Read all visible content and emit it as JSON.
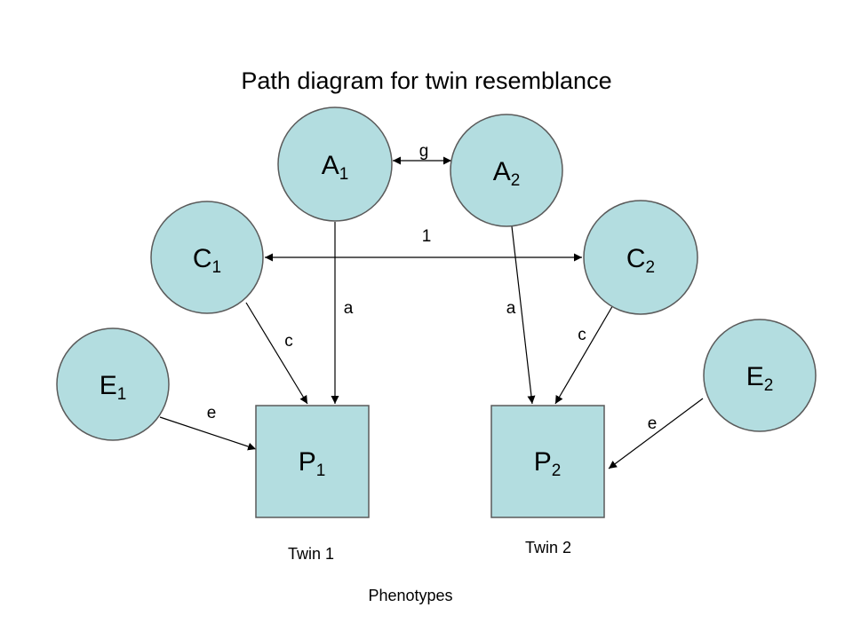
{
  "title": "Path diagram for twin resemblance",
  "colors": {
    "node_fill": "#b3dde0",
    "node_stroke": "#5a5a5a",
    "edge": "#000000"
  },
  "nodes": {
    "A1": {
      "letter": "A",
      "sub": "1",
      "shape": "circle"
    },
    "A2": {
      "letter": "A",
      "sub": "2",
      "shape": "circle"
    },
    "C1": {
      "letter": "C",
      "sub": "1",
      "shape": "circle"
    },
    "C2": {
      "letter": "C",
      "sub": "2",
      "shape": "circle"
    },
    "E1": {
      "letter": "E",
      "sub": "1",
      "shape": "circle"
    },
    "E2": {
      "letter": "E",
      "sub": "2",
      "shape": "circle"
    },
    "P1": {
      "letter": "P",
      "sub": "1",
      "shape": "square"
    },
    "P2": {
      "letter": "P",
      "sub": "2",
      "shape": "square"
    }
  },
  "edges": {
    "g": {
      "label": "g",
      "from": "A1",
      "to": "A2",
      "direction": "both"
    },
    "one": {
      "label": "1",
      "from": "C1",
      "to": "C2",
      "direction": "both"
    },
    "a1": {
      "label": "a",
      "from": "A1",
      "to": "P1",
      "direction": "forward"
    },
    "a2": {
      "label": "a",
      "from": "A2",
      "to": "P2",
      "direction": "forward"
    },
    "c1": {
      "label": "c",
      "from": "C1",
      "to": "P1",
      "direction": "forward"
    },
    "c2": {
      "label": "c",
      "from": "C2",
      "to": "P2",
      "direction": "forward"
    },
    "e1": {
      "label": "e",
      "from": "E1",
      "to": "P1",
      "direction": "forward"
    },
    "e2": {
      "label": "e",
      "from": "E2",
      "to": "P2",
      "direction": "forward"
    }
  },
  "captions": {
    "twin1": "Twin 1",
    "twin2": "Twin 2",
    "phenotypes": "Phenotypes"
  }
}
